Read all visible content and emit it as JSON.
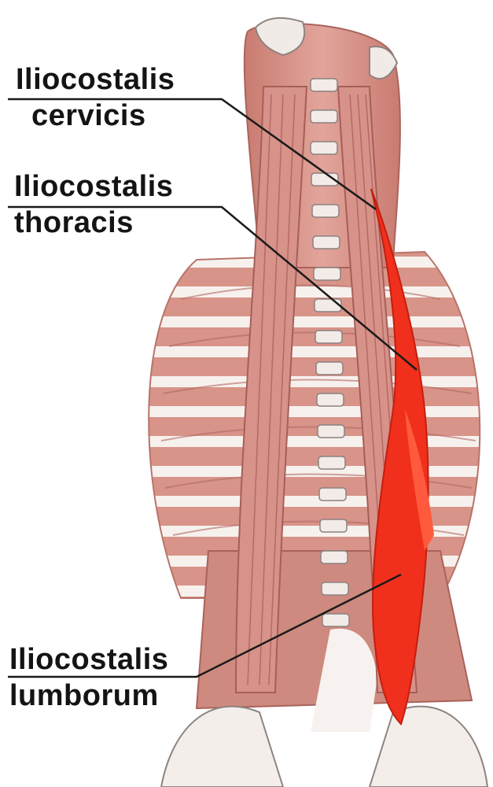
{
  "labels": {
    "cervicis": {
      "line1": "Iliocostalis",
      "line2": "cervicis"
    },
    "thoracis": {
      "line1": "Iliocostalis",
      "line2": "thoracis"
    },
    "lumborum": {
      "line1": "Iliocostalis",
      "line2": "lumborum"
    }
  },
  "colors": {
    "highlight_muscle": "#f0301c",
    "muscle": "#d9948a",
    "muscle_dark": "#b86b62",
    "bone": "#f4efec",
    "leader_line": "#1a1a1a"
  }
}
